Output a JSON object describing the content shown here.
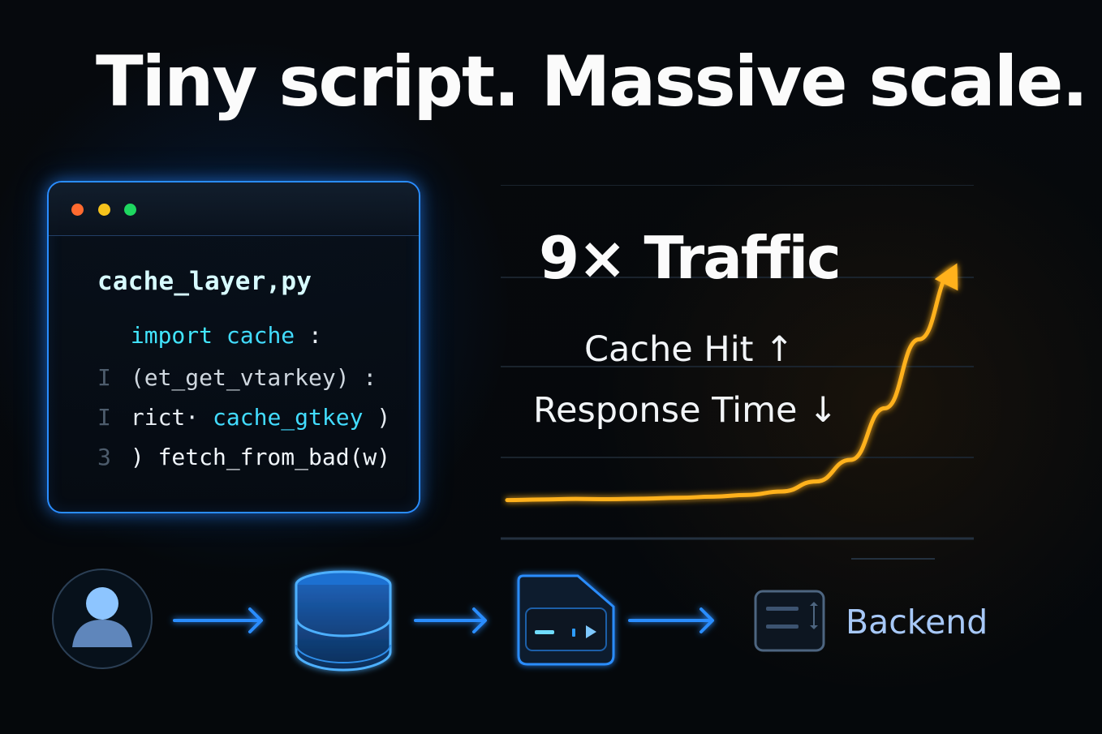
{
  "headline": "Tiny script. Massive scale.",
  "code_window": {
    "filename": "cache_layer,py",
    "lines": [
      {
        "line_number": "",
        "parts": [
          {
            "text": "import",
            "tone": "kw"
          },
          {
            "text": " ",
            "tone": "normal"
          },
          {
            "text": "cache",
            "tone": "fn"
          },
          {
            "text": ":",
            "tone": "normal"
          }
        ]
      },
      {
        "line_number": "I",
        "parts": [
          {
            "text": "(et_get_vtarkey) :",
            "tone": "soft"
          }
        ]
      },
      {
        "line_number": "I",
        "parts": [
          {
            "text": "  rict· ",
            "tone": "normal"
          },
          {
            "text": "cache_gtkey",
            "tone": "fn"
          },
          {
            "text": ")",
            "tone": "normal"
          }
        ]
      },
      {
        "line_number": "3",
        "parts": [
          {
            "text": ") fetch_from_bad(w)",
            "tone": "bright"
          }
        ]
      }
    ]
  },
  "chart": {
    "title": "9× Traffic",
    "labels": {
      "cache_hit": "Cache Hit ↑",
      "response_time": "Response Time ↓"
    }
  },
  "flow": {
    "icons": [
      "user-icon",
      "database-icon",
      "media-card-icon",
      "backend-server-icon"
    ],
    "backend_label": "Backend"
  },
  "colors": {
    "blue_glow": "#2a8dff",
    "orange_line": "#ffb11f",
    "muted_blue": "#a7c8f7"
  },
  "chart_data": {
    "type": "line",
    "title": "9× Traffic",
    "xlabel": "",
    "ylabel": "",
    "annotations": [
      "Cache Hit ↑",
      "Response Time ↓"
    ],
    "grid": true,
    "legend": "none",
    "series": [
      {
        "values": [
          1,
          1.02,
          1.04,
          1.03,
          1.05,
          1.08,
          1.12,
          1.18,
          1.3,
          1.65,
          2.4,
          4.2,
          6.6,
          9
        ]
      }
    ],
    "x": [
      0,
      1,
      2,
      3,
      4,
      5,
      6,
      7,
      8,
      9,
      10,
      11,
      12,
      13
    ],
    "ylim": [
      0,
      10
    ]
  }
}
